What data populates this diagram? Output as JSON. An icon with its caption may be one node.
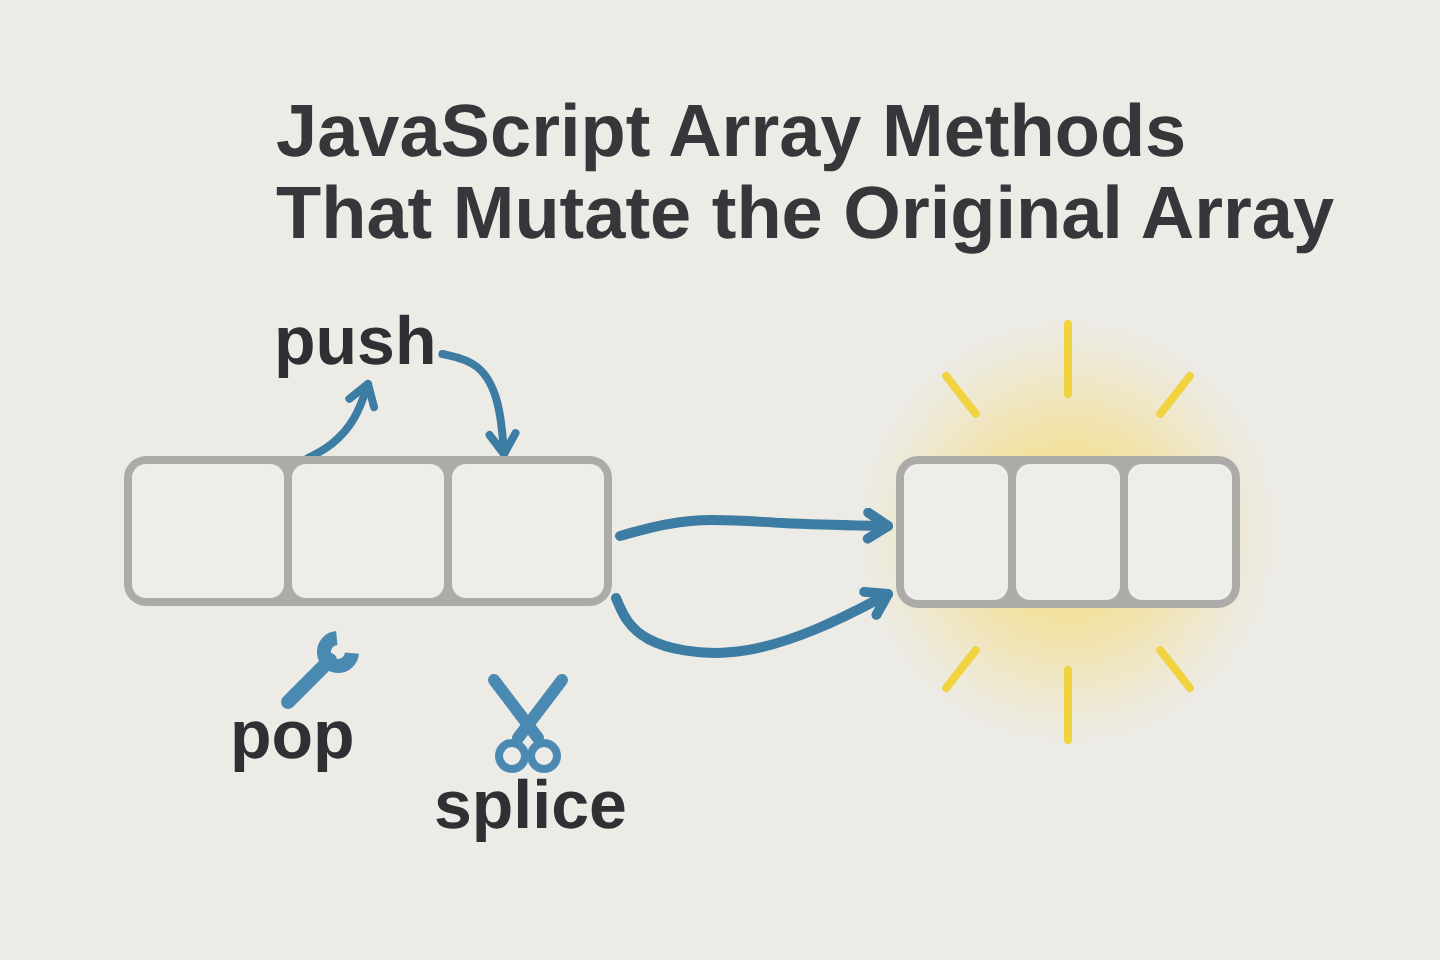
{
  "diagram": {
    "title": "JavaScript Array Methods That Mutate the Original Array",
    "nodes": [
      {
        "text": [],
        "shape": "box"
      },
      {
        "text": [],
        "shape": "box",
        "in": 0
      },
      {
        "text": [],
        "shape": "box",
        "in": 0
      },
      {
        "text": [],
        "shape": "box",
        "in": 0
      },
      {
        "text": [],
        "shape": "box"
      },
      {
        "text": [],
        "shape": "box",
        "in": 4
      },
      {
        "text": [],
        "shape": "box",
        "in": 4
      },
      {
        "text": [],
        "shape": "box",
        "in": 4
      },
      {
        "text": [
          "push"
        ]
      }
    ],
    "edges": [
      {
        "from": 2,
        "to": 8,
        "arrow": "to"
      },
      {
        "from": 8,
        "to": 3,
        "arrow": "to"
      },
      {
        "from": 0,
        "to": 4,
        "arrow": "to"
      },
      {
        "from": 0,
        "to": 4,
        "arrow": "to"
      }
    ],
    "labels": [
      "pop",
      "splice"
    ]
  }
}
